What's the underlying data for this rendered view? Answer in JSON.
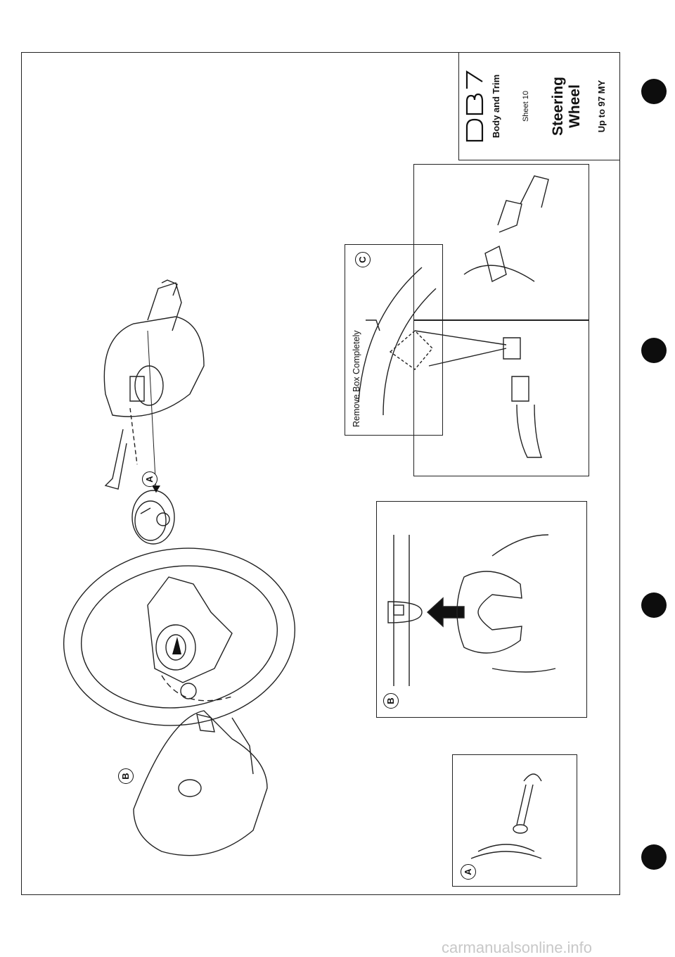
{
  "title_block": {
    "logo_text": "DB7",
    "section": "Body and Trim",
    "sheet": "Sheet 10",
    "title_line1": "Steering",
    "title_line2": "Wheel",
    "model_range": "Up to 97 MY"
  },
  "labels": {
    "callout_a": "A",
    "callout_b": "B",
    "callout_c": "C",
    "remove_note": "Remove Box Completely"
  },
  "watermark": "carmanualsonline.info",
  "colors": {
    "line": "#222222",
    "hole": "#0d0d0d",
    "watermark": "#c8c8c8"
  }
}
